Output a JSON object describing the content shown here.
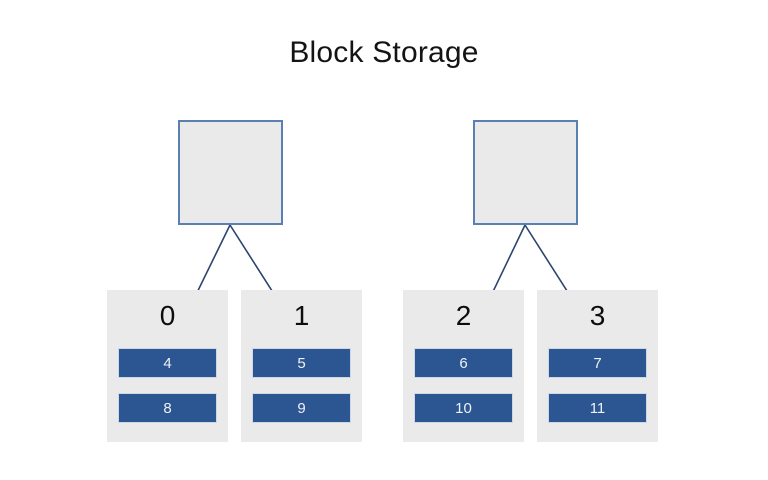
{
  "diagram": {
    "title": "Block Storage",
    "type": "block-storage-hierarchy",
    "colors": {
      "background": "#ffffff",
      "title_text": "#141414",
      "top_box_fill": "#eaeaea",
      "top_box_border": "#5b7fb0",
      "group_fill": "#eaeaea",
      "group_label_text": "#0d0d0d",
      "bar_fill": "#2b5691",
      "bar_border": "#ccd8e6",
      "bar_text": "#eef2f7",
      "edge_line": "#2b456e"
    },
    "clusters": [
      {
        "name": "cluster-left",
        "top_box_label": "",
        "groups": [
          {
            "label": "0",
            "blocks": [
              "4",
              "8"
            ]
          },
          {
            "label": "1",
            "blocks": [
              "5",
              "9"
            ]
          }
        ]
      },
      {
        "name": "cluster-right",
        "top_box_label": "",
        "groups": [
          {
            "label": "2",
            "blocks": [
              "6",
              "10"
            ]
          },
          {
            "label": "3",
            "blocks": [
              "7",
              "11"
            ]
          }
        ]
      }
    ]
  }
}
